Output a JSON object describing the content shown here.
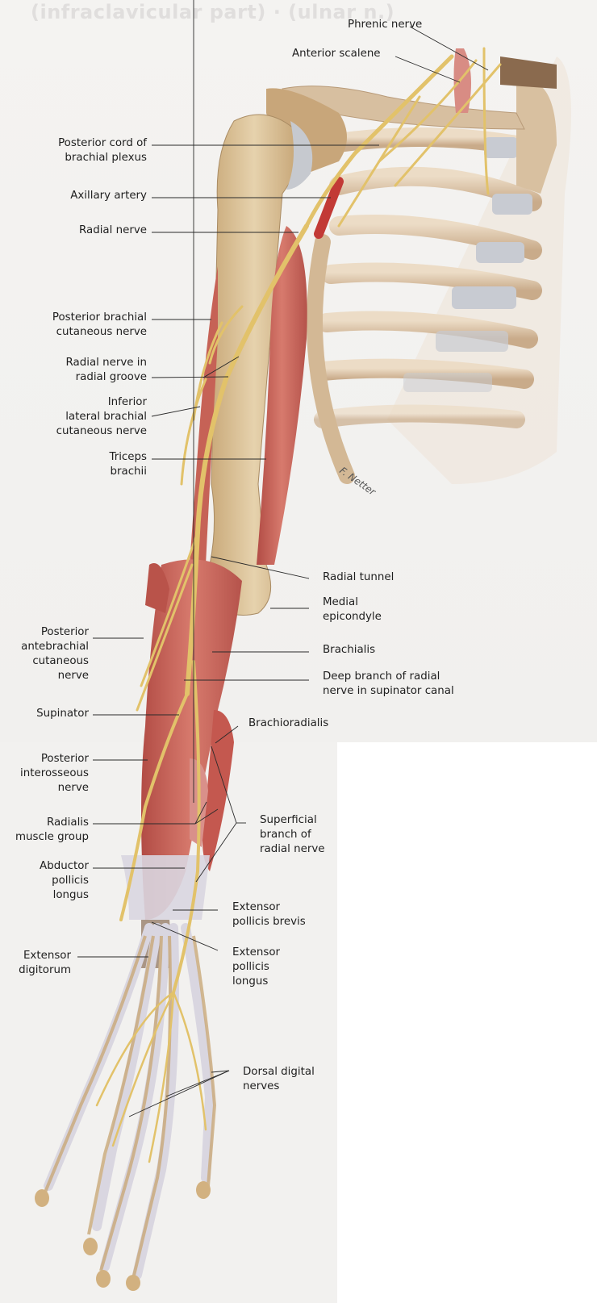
{
  "figure": {
    "type": "anatomical illustration",
    "subject": "Radial nerve course in the arm, forearm and hand (posterior view)",
    "background_ghost_text": "(infraclavicular part) · (ulnar n.)",
    "signature": "F. Netter",
    "colors": {
      "nerve": "#e2c26a",
      "muscle": "#c9655c",
      "bone": "#dcc6a5",
      "cartilage": "#c9cbd0",
      "tendon": "#d9d6e0",
      "artery": "#c23a36",
      "text": "#1e1e1e",
      "leader_line": "#2a2a2a"
    }
  },
  "labels": {
    "phrenic_nerve": "Phrenic nerve",
    "anterior_scalene": "Anterior scalene",
    "posterior_cord": "Posterior cord of\nbrachial plexus",
    "axillary_artery": "Axillary artery",
    "radial_nerve": "Radial nerve",
    "posterior_brachial_cutaneous": "Posterior brachial\ncutaneous nerve",
    "radial_nerve_groove": "Radial nerve in\nradial groove",
    "inferior_lateral_brachial": "Inferior\nlateral brachial\ncutaneous nerve",
    "triceps_brachii": "Triceps\nbrachii",
    "radial_tunnel": "Radial tunnel",
    "medial_epicondyle": "Medial\nepicondyle",
    "brachialis": "Brachialis",
    "deep_branch": "Deep branch of radial\nnerve in supinator canal",
    "posterior_antebrachial": "Posterior\nantebrachial\ncutaneous\nnerve",
    "supinator": "Supinator",
    "brachioradialis": "Brachioradialis",
    "posterior_interosseous": "Posterior\ninterosseous\nnerve",
    "radialis_group": "Radialis\nmuscle group",
    "superficial_branch": "Superficial\nbranch of\nradial nerve",
    "abductor_pollicis_longus": "Abductor\npollicis\nlongus",
    "extensor_pollicis_brevis": "Extensor\npollicis brevis",
    "extensor_digitorum": "Extensor\ndigitorum",
    "extensor_pollicis_longus": "Extensor\npollicis\nlongus",
    "dorsal_digital_nerves": "Dorsal digital\nnerves"
  }
}
